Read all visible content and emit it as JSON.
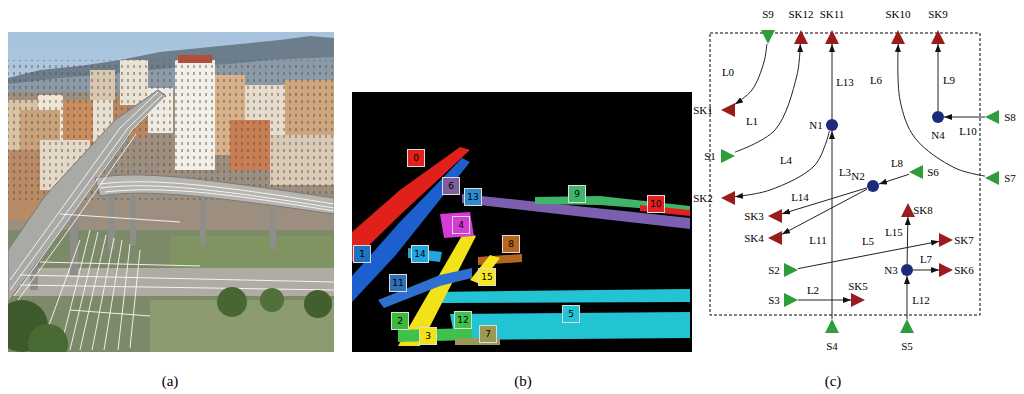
{
  "diagram": {
    "nodes": [
      {
        "text": [
          "0"
        ]
      },
      {
        "text": [
          "1"
        ]
      },
      {
        "text": [
          "2"
        ]
      },
      {
        "text": [
          "3"
        ]
      },
      {
        "text": [
          "4"
        ]
      },
      {
        "text": [
          "5"
        ]
      },
      {
        "text": [
          "6"
        ]
      },
      {
        "text": [
          "7"
        ]
      },
      {
        "text": [
          "8"
        ]
      },
      {
        "text": [
          "9"
        ]
      },
      {
        "text": [
          "10"
        ]
      },
      {
        "text": [
          "11"
        ]
      },
      {
        "text": [
          "12"
        ]
      },
      {
        "text": [
          "13"
        ]
      },
      {
        "text": [
          "14"
        ]
      },
      {
        "text": [
          "15"
        ]
      },
      {
        "text": [
          "S9"
        ]
      },
      {
        "text": [
          "SK12"
        ]
      },
      {
        "text": [
          "SK11"
        ]
      },
      {
        "text": [
          "SK10"
        ]
      },
      {
        "text": [
          "SK9"
        ]
      },
      {
        "text": [
          "SK1"
        ]
      },
      {
        "text": [
          "N1"
        ]
      },
      {
        "text": [
          "N4"
        ]
      },
      {
        "text": [
          "S8"
        ]
      },
      {
        "text": [
          "S1"
        ]
      },
      {
        "text": [
          "S6"
        ]
      },
      {
        "text": [
          "N2"
        ]
      },
      {
        "text": [
          "S7"
        ]
      },
      {
        "text": [
          "SK2"
        ]
      },
      {
        "text": [
          "SK3"
        ]
      },
      {
        "text": [
          "SK4"
        ]
      },
      {
        "text": [
          "SK8"
        ]
      },
      {
        "text": [
          "SK7"
        ]
      },
      {
        "text": [
          "N3"
        ]
      },
      {
        "text": [
          "SK6"
        ]
      },
      {
        "text": [
          "S2"
        ]
      },
      {
        "text": [
          "S3"
        ]
      },
      {
        "text": [
          "SK5"
        ]
      },
      {
        "text": [
          "S4"
        ]
      },
      {
        "text": [
          "S5"
        ]
      }
    ],
    "edges": [
      {
        "from": 16,
        "to": 21,
        "label": "L0",
        "arrow": "to"
      },
      {
        "from": 25,
        "to": 17,
        "label": "L1",
        "arrow": "to"
      },
      {
        "from": 37,
        "to": 38,
        "label": "L2",
        "arrow": "to"
      },
      {
        "from": 39,
        "to": 22,
        "label": "L3",
        "arrow": "to"
      },
      {
        "from": 22,
        "to": 29,
        "label": "L4",
        "arrow": "to"
      },
      {
        "from": 36,
        "to": 33,
        "label": "L5",
        "arrow": "to"
      },
      {
        "from": 28,
        "to": 19,
        "label": "L6",
        "arrow": "to"
      },
      {
        "from": 34,
        "to": 35,
        "label": "L7",
        "arrow": "to"
      },
      {
        "from": 26,
        "to": 27,
        "label": "L8",
        "arrow": "to"
      },
      {
        "from": 23,
        "to": 20,
        "label": "L9",
        "arrow": "to"
      },
      {
        "from": 24,
        "to": 23,
        "label": "L10",
        "arrow": "to"
      },
      {
        "from": 27,
        "to": 31,
        "label": "L11",
        "arrow": "to"
      },
      {
        "from": 40,
        "to": 34,
        "label": "L12",
        "arrow": "to"
      },
      {
        "from": 22,
        "to": 18,
        "label": "L13",
        "arrow": "to"
      },
      {
        "from": 27,
        "to": 30,
        "label": "L14",
        "arrow": "to"
      },
      {
        "from": 34,
        "to": 32,
        "label": "L15",
        "arrow": "to"
      }
    ],
    "labels": [
      "(a)",
      "(b)",
      "(c)"
    ]
  }
}
